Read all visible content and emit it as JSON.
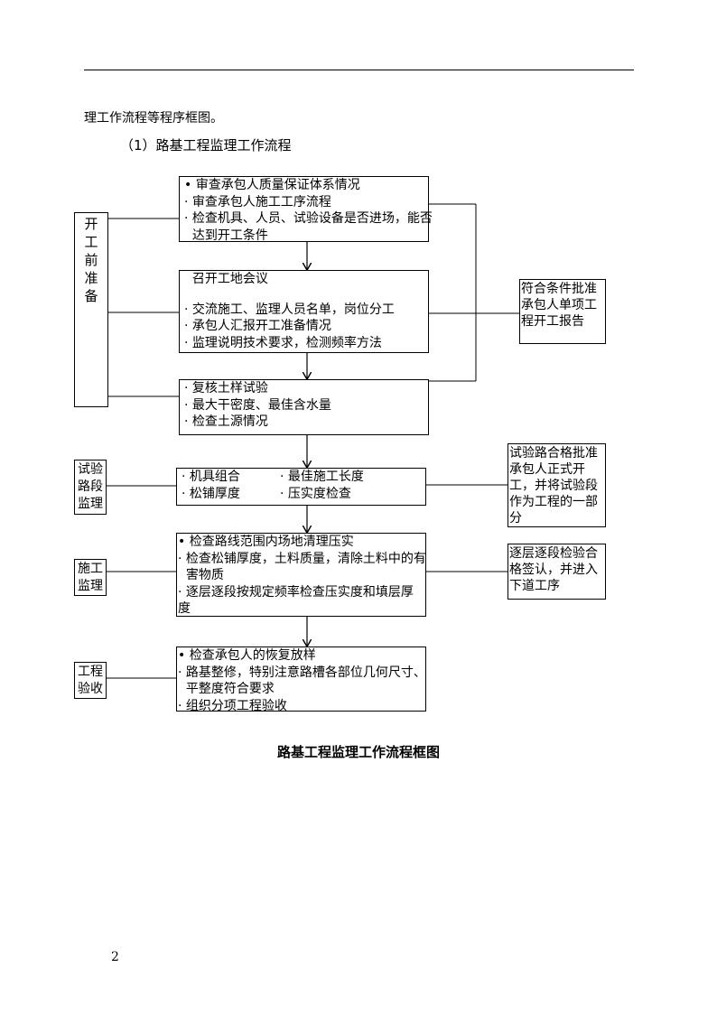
{
  "intro_text": "理工作流程等程序框图。",
  "section_title": "（1）路基工程监理工作流程",
  "left_labels": {
    "pre_start": "开工前准备",
    "test_section": "试验路段监理",
    "construction": "施工监理",
    "acceptance": "工程验收"
  },
  "boxes": {
    "box1": [
      "• 审查承包人质量保证体系情况",
      "· 审查承包人施工工序流程",
      "· 检查机具、人员、试验设备是否进场，能否",
      "  达到开工条件"
    ],
    "box2": [
      "  召开工地会议",
      "",
      "· 交流施工、监理人员名单，岗位分工",
      "· 承包人汇报开工准备情况",
      "· 监理说明技术要求，检测频率方法"
    ],
    "box3": [
      "· 复核土样试验",
      "· 最大干密度、最佳含水量",
      "· 检查土源情况"
    ],
    "box4": {
      "col1": [
        "· 机具组合",
        "· 松铺厚度"
      ],
      "col2": [
        "· 最佳施工长度",
        "· 压实度检查"
      ]
    },
    "box5": [
      "• 检查路线范围内场地清理压实",
      "· 检查松铺厚度，土料质量，清除土料中的有",
      "  害物质",
      "· 逐层逐段按规定频率检查压实度和填层厚",
      "度"
    ],
    "box6": [
      "• 检查承包人的恢复放样",
      "· 路基整修，特别注意路槽各部位几何尺寸、",
      "  平整度符合要求",
      "· 组织分项工程验收"
    ]
  },
  "side_boxes": {
    "approval": "符合条件批准承包人单项工程开工报告",
    "test_pass": "试验路合格批准承包人正式开工，并将试验段作为工程的一部分",
    "layer_check": "逐层逐段检验合格签认，并进入下道工序"
  },
  "caption": "路基工程监理工作流程框图",
  "page_number": "2"
}
